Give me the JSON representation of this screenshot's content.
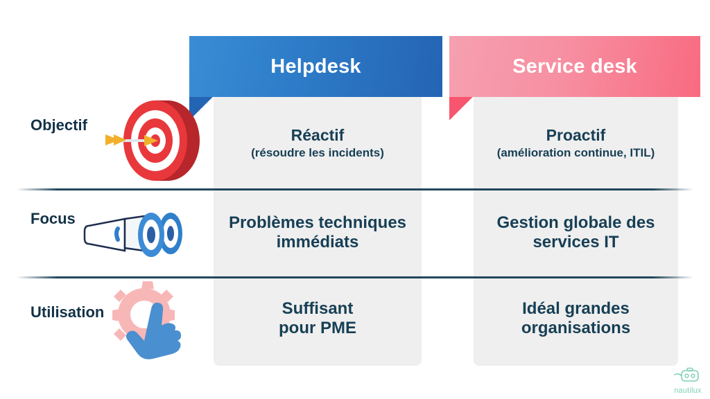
{
  "columns": [
    {
      "id": "helpdesk",
      "title": "Helpdesk",
      "color": "#2464b4"
    },
    {
      "id": "service-desk",
      "title": "Service desk",
      "color": "#f8697f"
    }
  ],
  "rows": [
    {
      "label": "Objectif",
      "icon": "target-arrow-icon",
      "helpdesk": {
        "main": "Réactif",
        "sub": "(résoudre les incidents)"
      },
      "service_desk": {
        "main": "Proactif",
        "sub": "(amélioration continue, ITIL)"
      }
    },
    {
      "label": "Focus",
      "icon": "binoculars-icon",
      "helpdesk": {
        "main": "Problèmes techniques\nimmédiats",
        "sub": ""
      },
      "service_desk": {
        "main": "Gestion globale des\nservices IT",
        "sub": ""
      }
    },
    {
      "label": "Utilisation",
      "icon": "gear-hand-click-icon",
      "helpdesk": {
        "main": "Suffisant\npour PME",
        "sub": ""
      },
      "service_desk": {
        "main": "Idéal grandes\norganisations",
        "sub": ""
      }
    }
  ],
  "brand": {
    "name": "nautilux",
    "icon": "nautilux-robot-icon",
    "color": "#7fd0b8"
  },
  "theme": {
    "background": "#ffffff",
    "panel": "#efefef",
    "text_dark": "#173f55",
    "label_dark": "#123247",
    "blue": "#2464b4",
    "pink": "#f8697f"
  }
}
